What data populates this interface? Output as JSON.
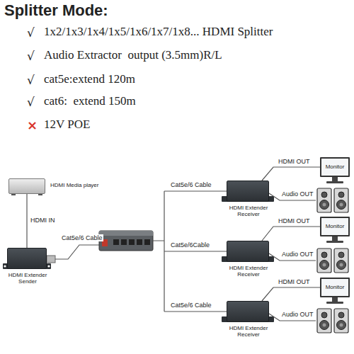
{
  "diagram": {
    "title": "Splitter Mode:",
    "nodes": [
      {
        "text": [
          "HDMI Media player"
        ]
      },
      {
        "text": [
          "HDMI Extender Sender"
        ]
      },
      {
        "text": [
          "HDMI Extender Receiver"
        ]
      },
      {
        "text": [
          "Monitor"
        ]
      },
      {
        "text": [
          "HDMI Extender Receiver"
        ]
      },
      {
        "text": [
          "Monitor"
        ]
      },
      {
        "text": [
          "HDMI Extender Receiver"
        ]
      },
      {
        "text": [
          "Monitor"
        ]
      }
    ],
    "edges": [
      {
        "from": 0,
        "to": 1,
        "label": "HDMI IN",
        "arrow": "none"
      },
      {
        "from": 2,
        "to": 3,
        "label": "HDMI OUT",
        "arrow": "none"
      },
      {
        "from": 4,
        "to": 5,
        "label": "HDMI OUT",
        "arrow": "none"
      },
      {
        "from": 6,
        "to": 7,
        "label": "HDMI OUT",
        "arrow": "none"
      }
    ],
    "labels": [
      "√",
      "1x2/1x3/1x4/1x5/1x6/1x7/1x8... HDMI Splitter",
      "√",
      "Audio Extractor  output (3.5mm)R/L",
      "√",
      "cat5e:extend 120m",
      "√",
      "cat6:  extend 150m",
      "×",
      "12V POE",
      "Cat5e/6 Cable",
      "Cat5e/6 Cable",
      "Cat5e/6Cable",
      "Cat5e/6 Cable",
      "Audio OUT",
      "Audio OUT",
      "Audio OUT"
    ]
  }
}
